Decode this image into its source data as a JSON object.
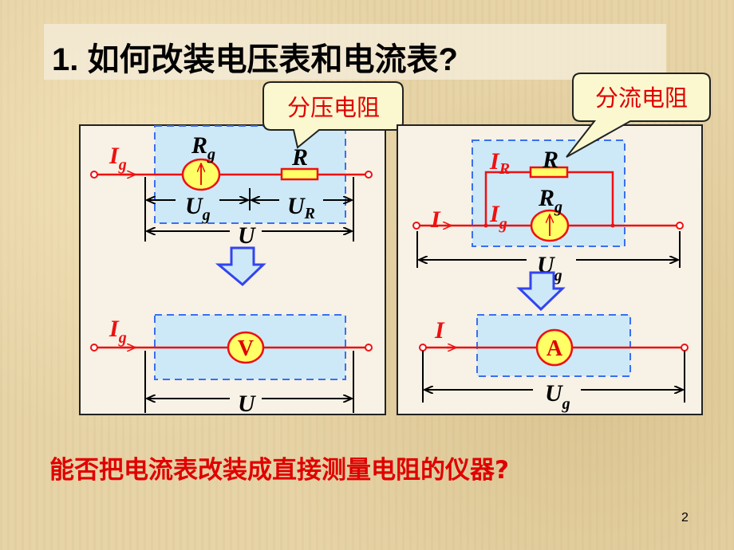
{
  "title": "1. 如何改装电压表和电流表?",
  "callouts": {
    "voltage": "分压电阻",
    "current": "分流电阻"
  },
  "left": {
    "current": "I",
    "current_sub": "g",
    "rg": "R",
    "rg_sub": "g",
    "r": "R",
    "ug": "U",
    "ug_sub": "g",
    "ur": "U",
    "ur_sub": "R",
    "u": "U",
    "meter": "V",
    "galv_arrow": "↑"
  },
  "right": {
    "i": "I",
    "ir": "I",
    "ir_sub": "R",
    "r": "R",
    "rg": "R",
    "rg_sub": "g",
    "ig": "I",
    "ig_sub": "g",
    "ug": "U",
    "ug_sub": "g",
    "meter": "A",
    "galv_arrow": "↑"
  },
  "question": "能否把电流表改装成直接测量电阻的仪器?",
  "page_number": "2"
}
